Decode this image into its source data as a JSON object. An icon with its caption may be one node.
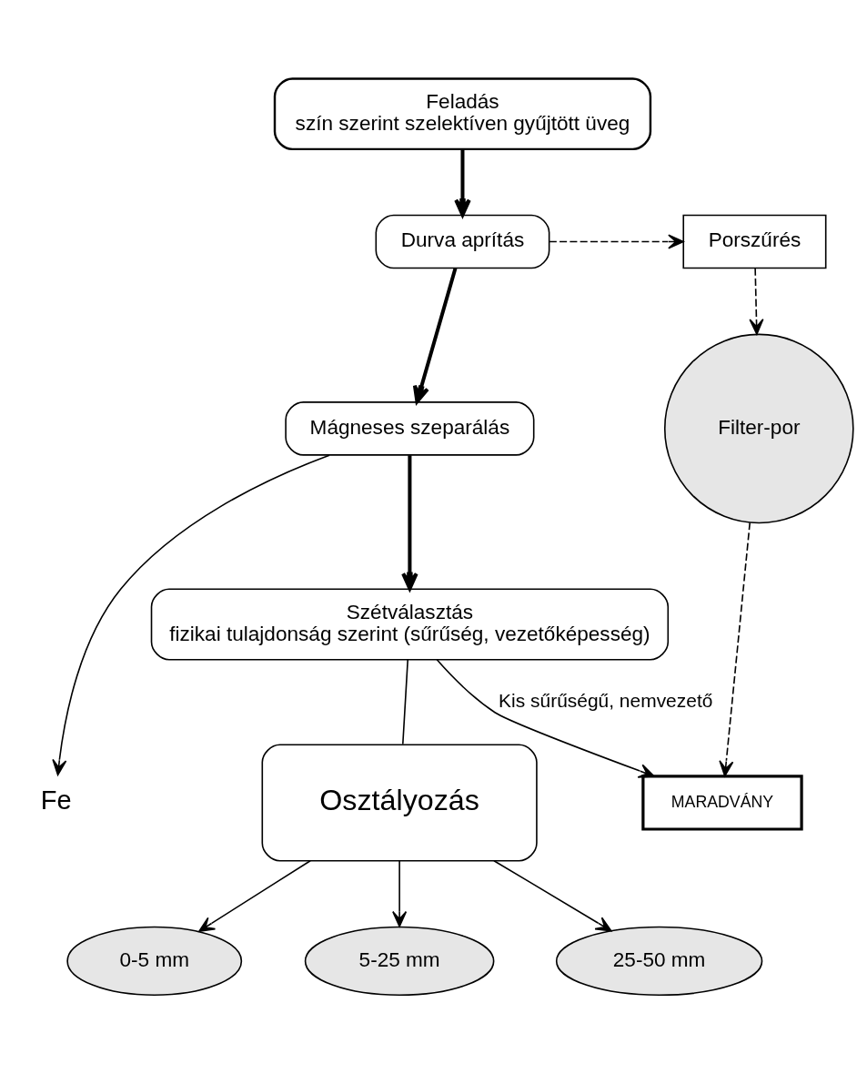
{
  "diagram": {
    "nodes": [
      {
        "text": [
          "Feladás",
          "szín szerint szelektíven gyűjtött üveg"
        ]
      },
      {
        "text": [
          "Durva aprítás"
        ]
      },
      {
        "text": [
          "Porszűrés"
        ]
      },
      {
        "text": [
          "Mágneses szeparálás"
        ]
      },
      {
        "text": [
          "Filter-por"
        ]
      },
      {
        "text": [
          "Szétválasztás",
          "fizikai tulajdonság szerint (sűrűség, vezetőképesség)"
        ]
      },
      {
        "text": [
          "Osztályozás"
        ]
      },
      {
        "text": [
          "Fe"
        ]
      },
      {
        "text": [
          "MARADVÁNY"
        ]
      },
      {
        "text": [
          "0-5 mm"
        ]
      },
      {
        "text": [
          "5-25 mm"
        ]
      },
      {
        "text": [
          "25-50 mm"
        ]
      }
    ],
    "edges": [
      {
        "from": 0,
        "to": 1,
        "arrow": "to",
        "style": "thick"
      },
      {
        "from": 1,
        "to": 2,
        "arrow": "to",
        "style": "dashed"
      },
      {
        "from": 1,
        "to": 3,
        "arrow": "to",
        "style": "thick"
      },
      {
        "from": 2,
        "to": 4,
        "arrow": "to",
        "style": "dashed"
      },
      {
        "from": 3,
        "to": 7,
        "arrow": "to"
      },
      {
        "from": 3,
        "to": 5,
        "arrow": "to",
        "style": "thick"
      },
      {
        "from": 4,
        "to": 8,
        "arrow": "to",
        "style": "dashed"
      },
      {
        "from": 5,
        "to": 8,
        "arrow": "to",
        "label": "Kis sűrűségű, nemvezető"
      },
      {
        "from": 5,
        "to": 6,
        "arrow": "none"
      },
      {
        "from": 6,
        "to": 9,
        "arrow": "to"
      },
      {
        "from": 6,
        "to": 10,
        "arrow": "to"
      },
      {
        "from": 6,
        "to": 11,
        "arrow": "to"
      }
    ]
  }
}
